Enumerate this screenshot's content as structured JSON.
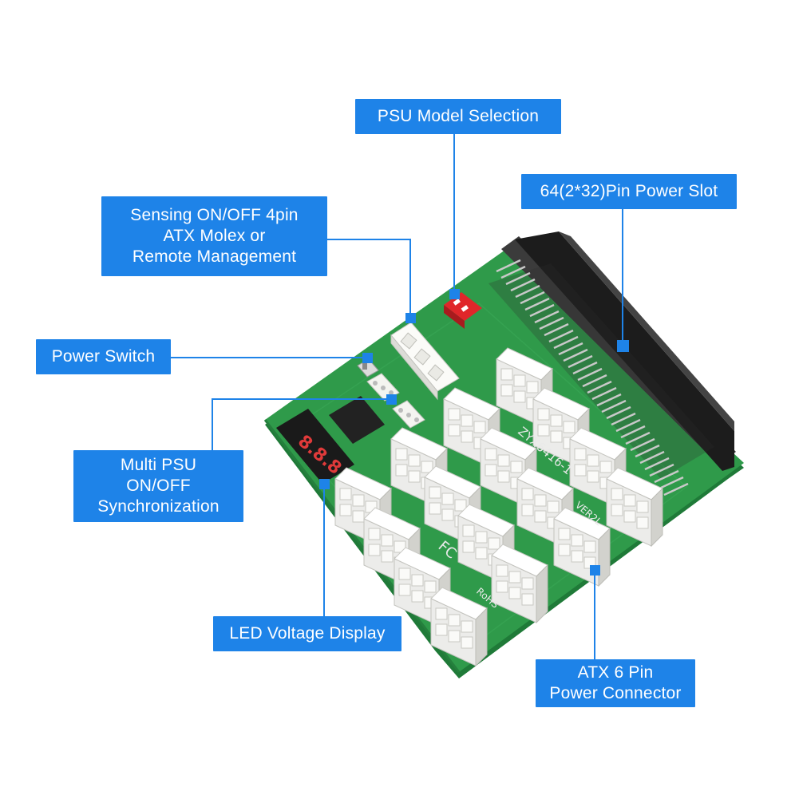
{
  "callouts": {
    "psu_model_selection": "PSU  Model  Selection",
    "power_slot": "64(2*32)Pin Power Slot",
    "sensing_line1": "Sensing ON/OFF 4pin",
    "sensing_line2": "ATX Molex or",
    "sensing_line3": "Remote Management",
    "power_switch": "Power Switch",
    "multi_psu_line1": "Multi PSU",
    "multi_psu_line2": "ON/OFF",
    "multi_psu_line3": "Synchronization",
    "led_display": "LED Voltage Display",
    "atx_line1": "ATX 6 Pin",
    "atx_line2": "Power Connector"
  },
  "board_markings": {
    "model": "ZYX6416-1",
    "version": "VER2L",
    "fcc": "FC",
    "rohs": "RoHS"
  },
  "colors": {
    "callout_bg": "#1e83e8",
    "leader_line": "#1e83e8",
    "pcb_green": "#2f9a4a",
    "connector_white": "#f4f4f0",
    "dip_switch_red": "#e0262a",
    "slot_black": "#1c1c1c"
  }
}
